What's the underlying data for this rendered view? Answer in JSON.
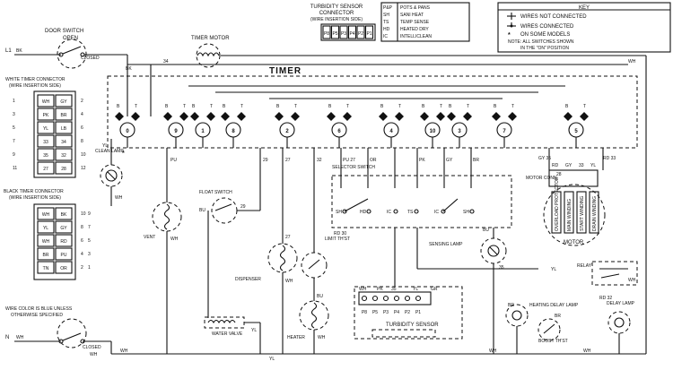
{
  "header": {
    "turbidity_connector_title_1": "TURBIDITY SENSOR",
    "turbidity_connector_title_2": "CONNECTOR",
    "turbidity_connector_title_3": "(WIRE INSERTION SIDE)",
    "turbidity_pins": [
      "P8",
      "P5",
      "P3",
      "P4",
      "P2",
      "P1"
    ]
  },
  "abbreviations": [
    {
      "code": "P&P",
      "meaning": "POTS & PANS"
    },
    {
      "code": "SH",
      "meaning": "SANI HEAT"
    },
    {
      "code": "TS",
      "meaning": "TEMP SENSE"
    },
    {
      "code": "HD",
      "meaning": "HEATED DRY"
    },
    {
      "code": "IC",
      "meaning": "INTELLICLEAN"
    }
  ],
  "key": {
    "title": "KEY",
    "not_connected": "WIRES NOT CONNECTED",
    "connected": "WIRES CONNECTED",
    "some_models": "ON SOME MODELS",
    "note_1": "NOTE: ALL SWITCHES SHOWN",
    "note_2": "IN THE \"ON\" POSITION"
  },
  "timer": {
    "label": "TIMER",
    "cams": [
      "0",
      "9",
      "1",
      "8",
      "2",
      "6",
      "4",
      "10",
      "3",
      "7",
      "5"
    ],
    "cam_letters": [
      "B",
      "T",
      "B",
      "T",
      "B",
      "T",
      "B",
      "T",
      "B",
      "T",
      "B",
      "T",
      "B",
      "T",
      "B",
      "T",
      "B",
      "T",
      "B",
      "T"
    ]
  },
  "left_panel": {
    "door_switch_label_1": "DOOR SWITCH",
    "door_switch_label_2": "OPEN",
    "closed_label": "CLOSED",
    "l1": "L1",
    "bk": "BK",
    "n": "N",
    "white_connector_1": "WHITE TIMER CONNECTOR",
    "white_connector_2": "(WIRE INSERTION SIDE)",
    "white_cells": [
      "WH",
      "GY",
      "PK",
      "BR",
      "YL",
      "LB",
      "33",
      "34",
      "35",
      "32",
      "27",
      "28"
    ],
    "white_numbers": [
      "1",
      "2",
      "3",
      "4",
      "5",
      "6",
      "7",
      "8",
      "9",
      "10",
      "11",
      "12"
    ],
    "black_connector_1": "BLACK TIMER CONNECTOR",
    "black_connector_2": "(WIRE INSERTION SIDE)",
    "black_cells": [
      "WH",
      "BK",
      "YL",
      "GY",
      "WH",
      "RD",
      "BR",
      "PU",
      "TN",
      "OR"
    ],
    "black_numbers": [
      "10",
      "9",
      "8",
      "7",
      "6",
      "5",
      "4",
      "3",
      "2",
      "1"
    ],
    "color_note_1": "WIRE COLOR IS BLUE UNLESS",
    "color_note_2": "OTHERWISE SPECIFIED"
  },
  "components": {
    "timer_motor": "TIMER MOTOR",
    "clean_lamp": "CLEAN LAMP",
    "vent": "VENT",
    "float_switch": "FLOAT SWITCH",
    "dispenser": "DISPENSER",
    "limit_thermostat": "LIMIT TH'ST",
    "heater": "HEATER",
    "water_valve": "WATER VALVE",
    "selector_switch": "SELECTOR SWITCH",
    "sensing_lamp": "SENSING LAMP",
    "turbidity_sensor": "TURBIDITY SENSOR",
    "motor_conn": "MOTOR CONN.",
    "motor": "MOTOR",
    "relay": "RELAY",
    "heating_delay_lamp": "HEATING DELAY LAMP",
    "delay_lamp": "DELAY LAMP",
    "boost_thst": "BOOST TH'ST",
    "overload_protector": "OVERLOAD PROTECTOR",
    "main_winding": "MAIN WINDING",
    "start_winding": "START WINDING",
    "drain_winding": "DRAIN WINDING"
  },
  "selector_terms": [
    "SH",
    "HD",
    "IC",
    "TS",
    "IC",
    "SH",
    "BR",
    "GY",
    "PK",
    "OR",
    "PU"
  ],
  "sensor_pins": [
    "P8",
    "P5",
    "P3",
    "P4",
    "P2",
    "P1"
  ],
  "wire_labels": {
    "wh": "WH",
    "pu": "PU",
    "gy": "GY",
    "yl": "YL",
    "pk": "PK",
    "or": "OR",
    "br": "BR",
    "rd": "RD",
    "bu": "BU",
    "bk": "BK",
    "gr": "GR",
    "n27": "27",
    "n28": "28",
    "n29": "29",
    "n32": "32",
    "n33": "33",
    "n34": "34",
    "n35": "35",
    "rd30": "RD 30",
    "rd32": "RD 32",
    "rd33": "RD 33",
    "gy35": "GY 35",
    "pu27": "PU 27",
    "gy28": "GY 28"
  }
}
